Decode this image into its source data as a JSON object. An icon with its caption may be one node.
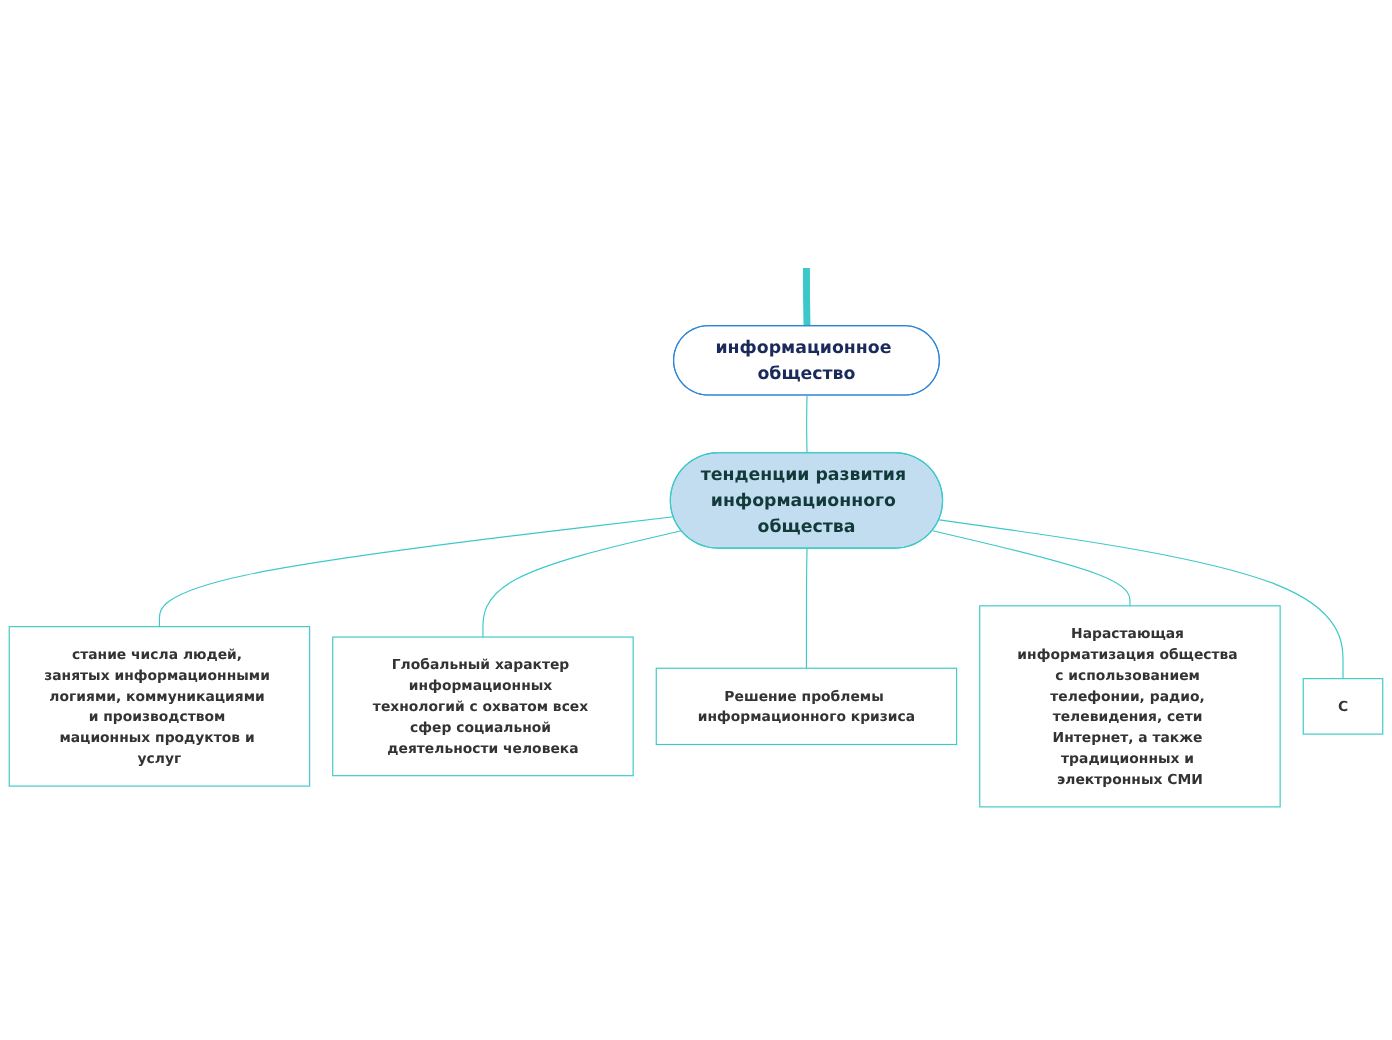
{
  "diagram": {
    "nodes": [
      {
        "text": [
          "информационное общество"
        ]
      },
      {
        "text": [
          "тенденции развития информационного общества"
        ]
      },
      {
        "text": [
          "стание числа людей, занятых информационными логиями, коммуникациями и производством мационных продуктов и услуг"
        ]
      },
      {
        "text": [
          "Глобальный характер информационных технологий с охватом всех сфер социальной деятельности человека"
        ]
      },
      {
        "text": [
          "Решение проблемы информационного кризиса"
        ]
      },
      {
        "text": [
          "Нарастающая информатизация общества с использованием телефонии, радио, телевидения, сети Интернет, а также традиционных и электронных СМИ"
        ]
      },
      {
        "text": [
          "С"
        ]
      }
    ],
    "edges": [
      {
        "from": null,
        "to": 0,
        "arrow": "none",
        "style": "thick"
      },
      {
        "from": 0,
        "to": 1,
        "arrow": "none"
      },
      {
        "from": 1,
        "to": 2,
        "arrow": "none"
      },
      {
        "from": 1,
        "to": 3,
        "arrow": "none"
      },
      {
        "from": 1,
        "to": 4,
        "arrow": "none"
      },
      {
        "from": 1,
        "to": 5,
        "arrow": "none"
      },
      {
        "from": 1,
        "to": 6,
        "arrow": "none"
      }
    ]
  }
}
